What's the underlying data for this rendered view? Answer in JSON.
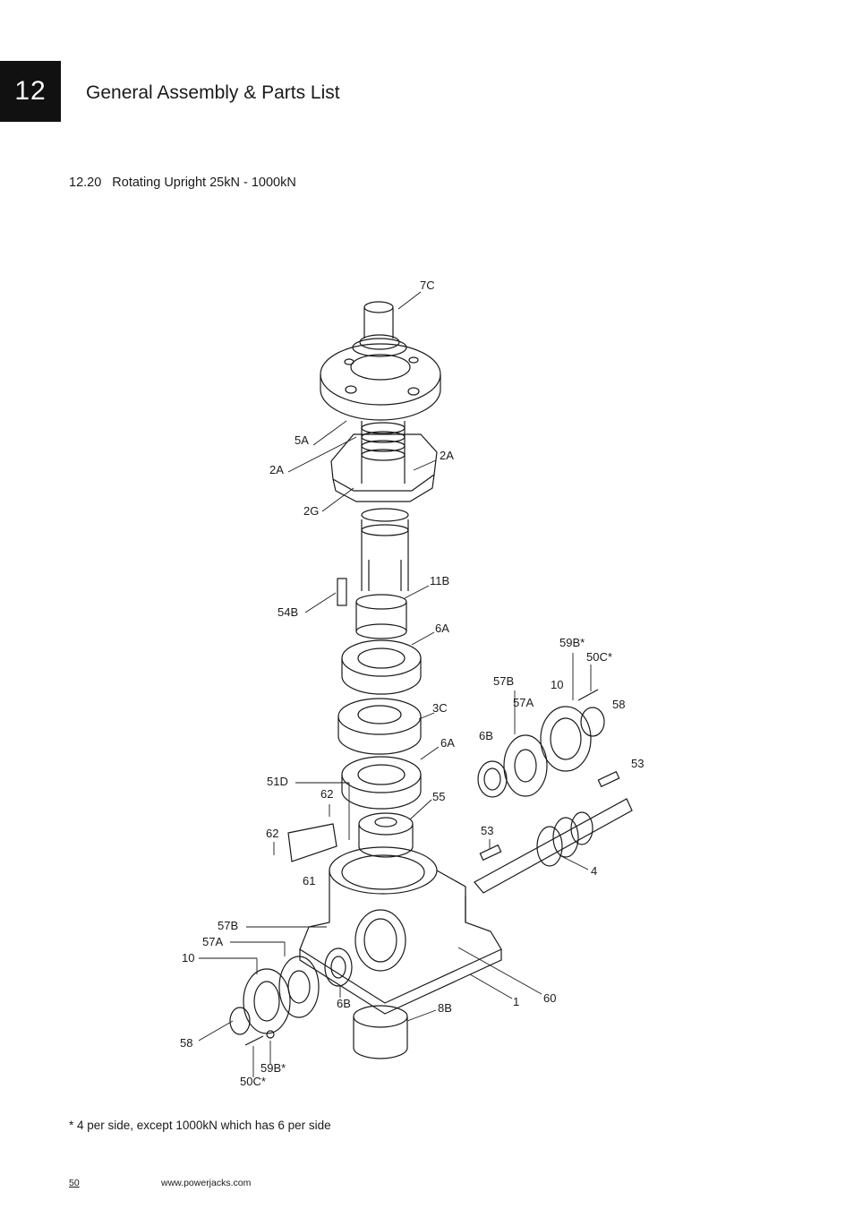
{
  "chapter": {
    "number": "12",
    "title": "General Assembly & Parts List"
  },
  "section": {
    "number": "12.20",
    "title": "Rotating Upright 25kN - 1000kN"
  },
  "labels": {
    "l7C": "7C",
    "l5A": "5A",
    "l2A_left": "2A",
    "l2A_right": "2A",
    "l2G": "2G",
    "l11B": "11B",
    "l54B": "54B",
    "l6A_top": "6A",
    "l59B_right": "59B*",
    "l50C_right": "50C*",
    "l57B_right": "57B",
    "l10_right": "10",
    "l58_right": "58",
    "l57A_right": "57A",
    "l3C": "3C",
    "l6B_right": "6B",
    "l6A_mid": "6A",
    "l53_right": "53",
    "l51D": "51D",
    "l62_upper": "62",
    "l55": "55",
    "l62_lower": "62",
    "l53_left": "53",
    "l61": "61",
    "l4": "4",
    "l57B_left": "57B",
    "l57A_left": "57A",
    "l10_left": "10",
    "l6B_left": "6B",
    "l1": "1",
    "l60": "60",
    "l8B": "8B",
    "l58_left": "58",
    "l59B_left": "59B*",
    "l50C_left": "50C*"
  },
  "footnote": "* 4 per side, except 1000kN which has 6 per side",
  "footer": {
    "page_number": "50",
    "url": "www.powerjacks.com"
  }
}
